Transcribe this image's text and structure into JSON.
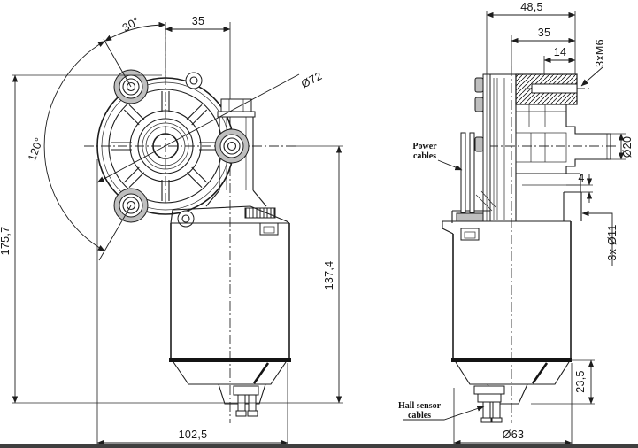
{
  "drawing": {
    "type": "technical-drawing",
    "views": 2,
    "dimensions": {
      "angle_30": "30°",
      "front_boss_offset_35": "35",
      "housing_diameter": "Ø72",
      "angle_120": "120°",
      "overall_height": "175,7",
      "axis_to_bottom": "137,4",
      "overall_width": "102,5",
      "depth_48_5": "48,5",
      "depth_35": "35",
      "depth_14": "14",
      "thread_spec": "3xM6",
      "shaft_diameter": "Ø20",
      "step_4": "4",
      "boss_diameter": "3x Ø11",
      "cap_height": "23,5",
      "motor_diameter": "Ø63"
    },
    "callouts": {
      "power_cables": {
        "line1": "Power",
        "line2": "cables"
      },
      "hall_sensor_cables": {
        "line1": "Hall sensor",
        "line2": "cables"
      }
    },
    "colors": {
      "line": "#1d1d1d",
      "background": "#ffffff",
      "boss_fill": "#bfbfbf",
      "bottom_bar": "#3f3f3f"
    }
  }
}
